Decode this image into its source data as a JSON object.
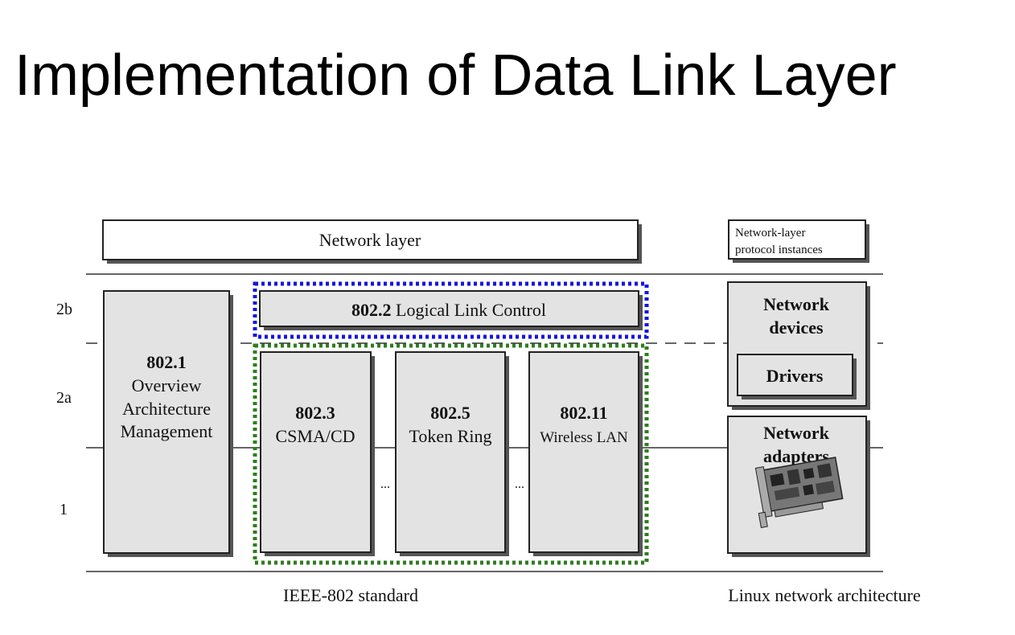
{
  "slide": {
    "title": "Implementation of Data Link Layer"
  },
  "diagram": {
    "network_layer": "Network layer",
    "protocol_instances": [
      "Network-layer",
      "protocol instances"
    ],
    "level_labels": {
      "l2b": "2b",
      "l2a": "2a",
      "l1": "1"
    },
    "overview_box": {
      "number": "802.1",
      "lines": [
        "Overview",
        "Architecture",
        "Management"
      ]
    },
    "llc_box": {
      "number": "802.2",
      "text": " Logical Link Control"
    },
    "mac_boxes": [
      {
        "number": "802.3",
        "text": "CSMA/CD"
      },
      {
        "number": "802.5",
        "text": "Token Ring"
      },
      {
        "number": "802.11",
        "text": "Wireless LAN"
      }
    ],
    "ellipsis": "...",
    "network_devices": [
      "Network",
      "devices"
    ],
    "drivers": "Drivers",
    "network_adapters": [
      "Network",
      "adapters"
    ],
    "caption_left": "IEEE-802 standard",
    "caption_right": "Linux network architecture",
    "colors": {
      "llc_highlight": "#1515e0",
      "mac_highlight": "#2e7d1e",
      "box_fill": "#e3e3e3"
    },
    "icons": [
      "network-card-icon"
    ]
  }
}
